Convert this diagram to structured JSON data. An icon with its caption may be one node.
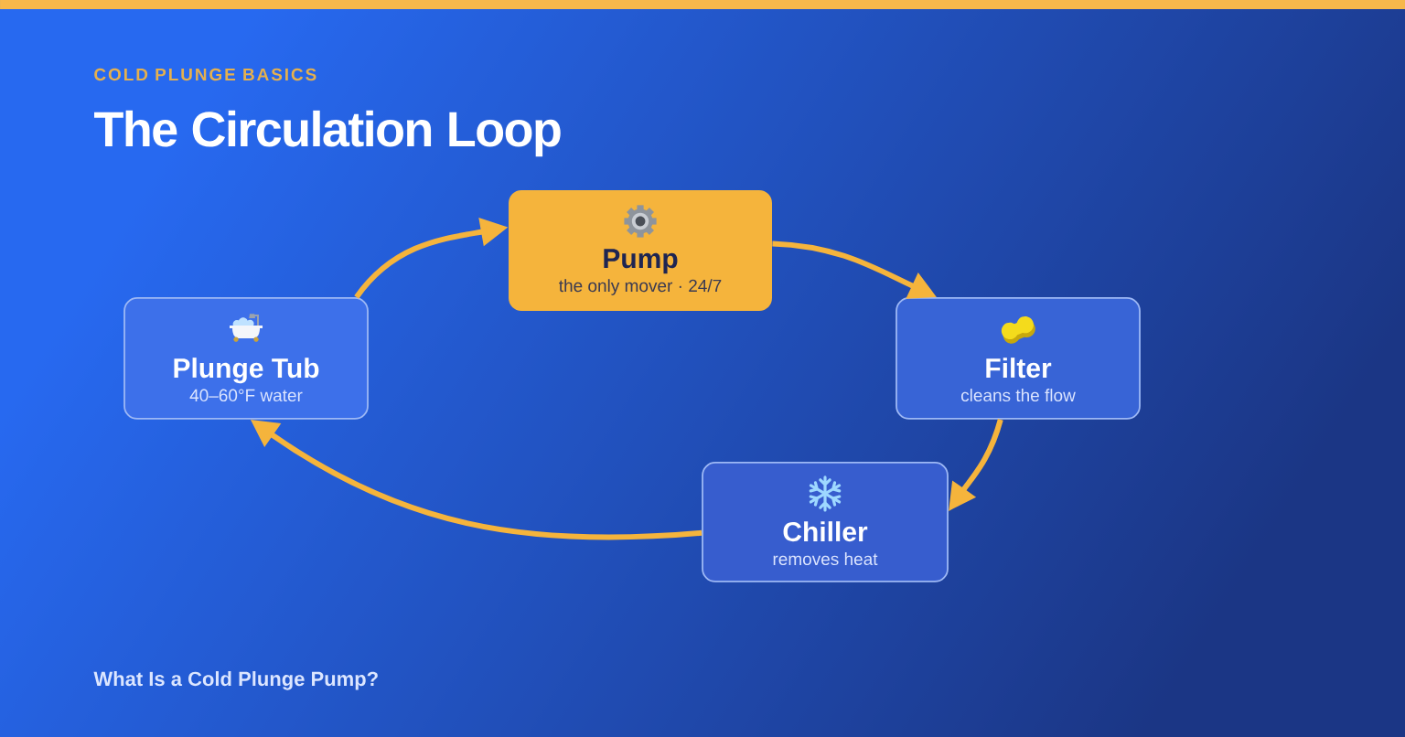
{
  "diagram": {
    "title": "The Circulation Loop",
    "nodes": [
      {
        "text": [
          "Pump",
          "the only mover · 24/7"
        ]
      },
      {
        "text": [
          "Plunge Tub",
          "40–60°F water"
        ]
      },
      {
        "text": [
          "Filter",
          "cleans the flow"
        ]
      },
      {
        "text": [
          "Chiller",
          "removes heat"
        ]
      }
    ],
    "edges": [
      {
        "from": 1,
        "to": 0,
        "arrow": "to"
      },
      {
        "from": 0,
        "to": 2,
        "arrow": "to"
      },
      {
        "from": 2,
        "to": 3,
        "arrow": "to"
      },
      {
        "from": 3,
        "to": 1,
        "arrow": "to"
      }
    ],
    "labels": [
      "COLD PLUNGE BASICS",
      "What Is a Cold Plunge Pump?"
    ]
  }
}
